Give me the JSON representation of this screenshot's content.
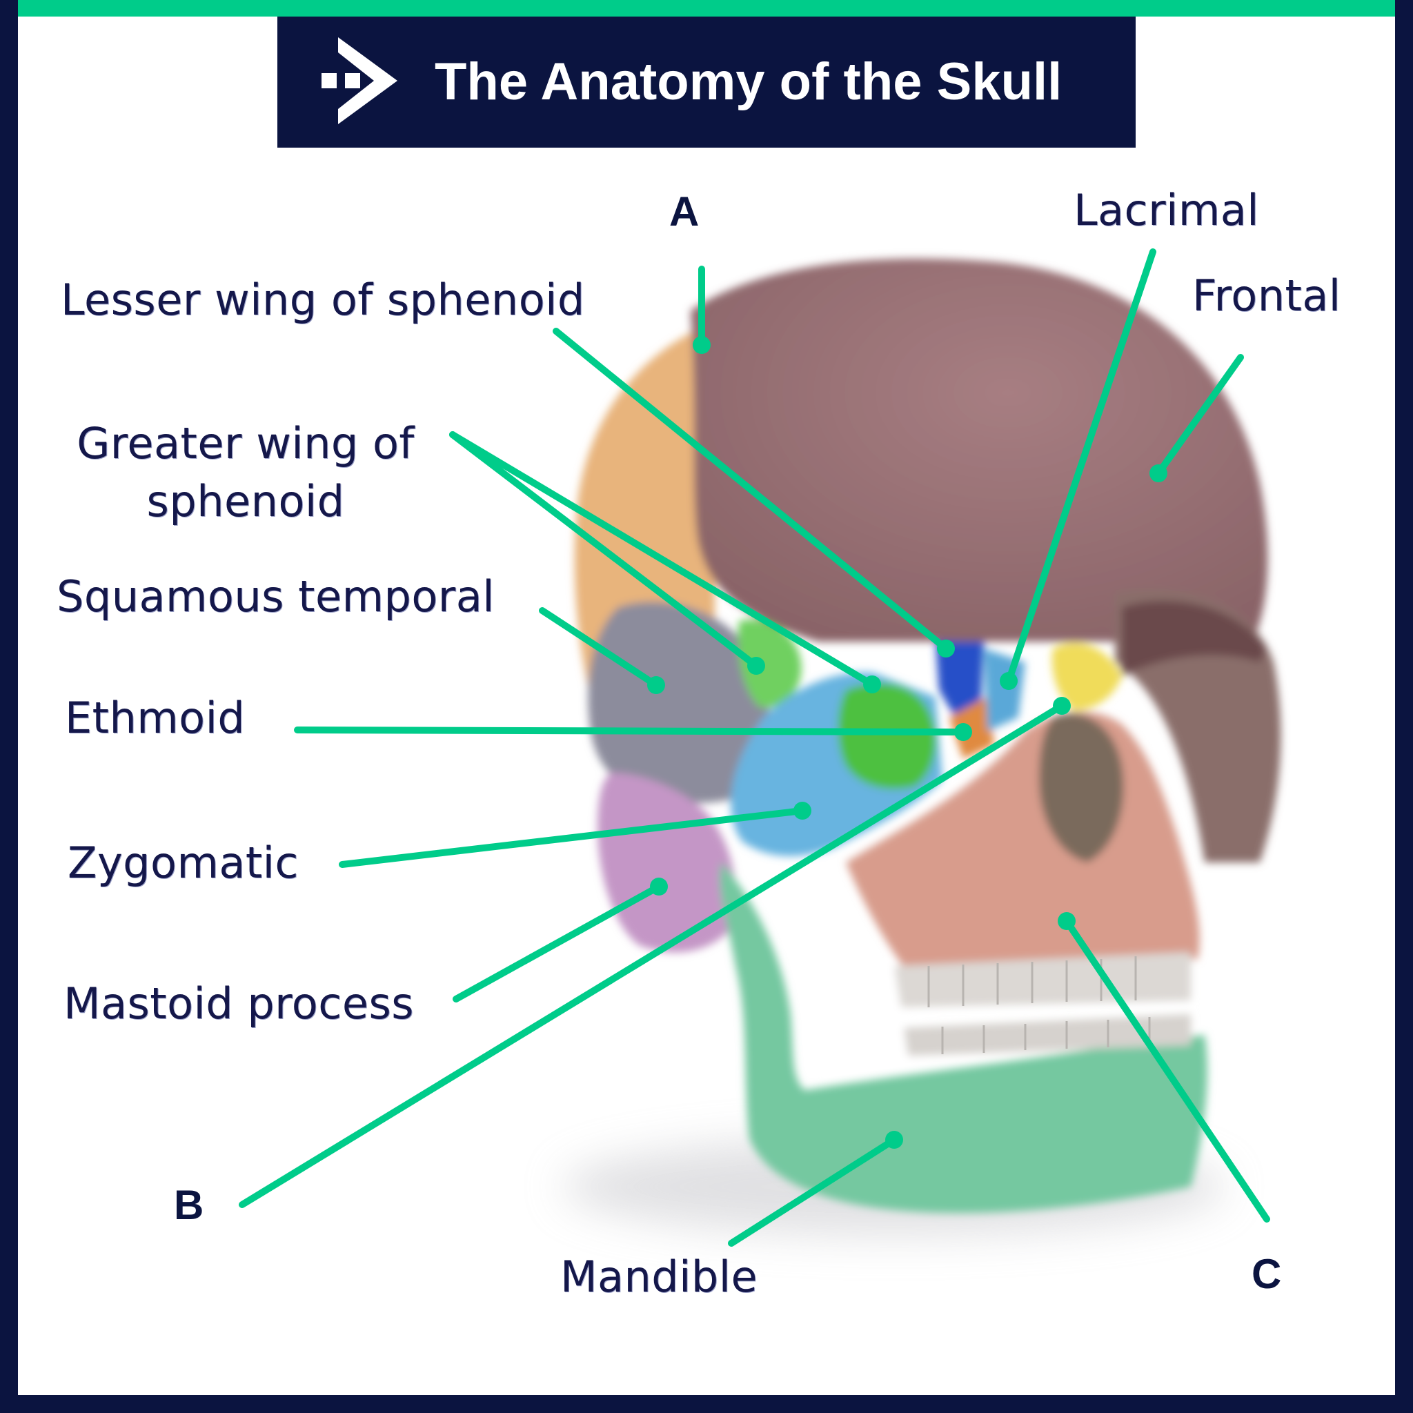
{
  "header": {
    "title": "The Anatomy of the Skull",
    "logo_icon": "arrow-logo-icon"
  },
  "colors": {
    "accent_green": "#00cc8a",
    "navy": "#0b1440",
    "frontal": "#9e7478",
    "parietal": "#e8b47c",
    "squamous_temporal": "#8c8c9c",
    "greater_wing": "#6fd060",
    "zygomatic": "#68b4e0",
    "mastoid": "#c496c6",
    "maxilla": "#d89c8c",
    "mandible": "#74c8a0",
    "lacrimal": "#f0dc5a",
    "lesser_wing": "#2850c8",
    "ethmoid": "#e08a40"
  },
  "labels": {
    "lesser_wing": "Lesser wing of sphenoid",
    "greater_wing_line1": "Greater wing of",
    "greater_wing_line2": "sphenoid",
    "squamous_temporal": "Squamous temporal",
    "ethmoid": "Ethmoid",
    "zygomatic": "Zygomatic",
    "mastoid": "Mastoid process",
    "lacrimal": "Lacrimal",
    "frontal": "Frontal",
    "mandible": "Mandible"
  },
  "letters": {
    "a": "A",
    "b": "B",
    "c": "C"
  }
}
